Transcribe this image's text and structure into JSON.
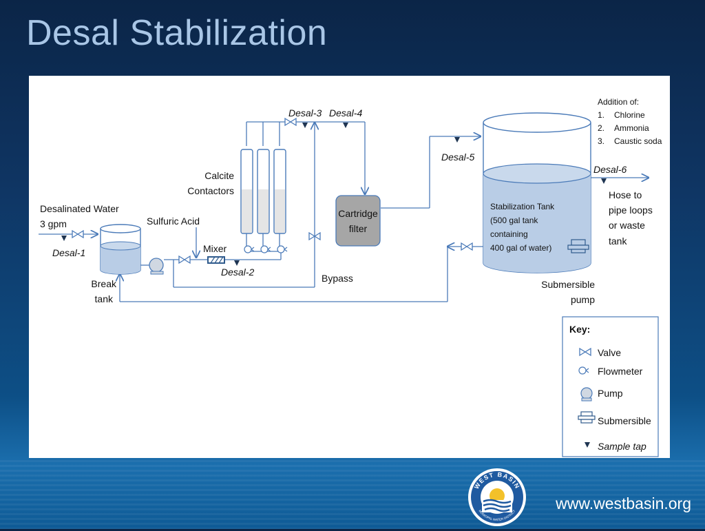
{
  "slide": {
    "title": "Desal Stabilization",
    "url": "www.westbasin.org"
  },
  "logo": {
    "top_text": "WEST BASIN",
    "bottom_text": "MUNICIPAL WATER DISTRICT"
  },
  "diagram": {
    "inlet": {
      "line1": "Desalinated Water",
      "line2": "3 gpm"
    },
    "break_tank": {
      "line1": "Break",
      "line2": "tank"
    },
    "sulfuric_acid": "Sulfuric Acid",
    "mixer": "Mixer",
    "calcite": {
      "line1": "Calcite",
      "line2": "Contactors"
    },
    "bypass": "Bypass",
    "cartridge": {
      "line1": "Cartridge",
      "line2": "filter"
    },
    "sample_taps": {
      "desal1": "Desal-1",
      "desal2": "Desal-2",
      "desal3": "Desal-3",
      "desal4": "Desal-4",
      "desal5": "Desal-5",
      "desal6": "Desal-6"
    },
    "stab_tank": {
      "line1": "Stabilization Tank",
      "line2": "(500 gal tank",
      "line3": "containing",
      "line4": "400 gal of water)"
    },
    "addition": {
      "heading": "Addition of:",
      "items": [
        "Chlorine",
        "Ammonia",
        "Caustic soda"
      ],
      "numbers": [
        "1.",
        "2.",
        "3."
      ]
    },
    "hose": {
      "line1": "Hose to",
      "line2": "pipe loops",
      "line3": "or waste",
      "line4": "tank"
    },
    "submersible_pump": {
      "line1": "Submersible",
      "line2": "pump"
    },
    "key": {
      "title": "Key:",
      "valve": "Valve",
      "flowmeter": "Flowmeter",
      "pump": "Pump",
      "submersible": "Submersible",
      "sample_tap": "Sample tap"
    },
    "colors": {
      "line": "#4a7ab8",
      "water": "#b9cde6",
      "media": "#e5e5e5",
      "filter": "#a6a6a6",
      "tap": "#1f3552"
    }
  }
}
